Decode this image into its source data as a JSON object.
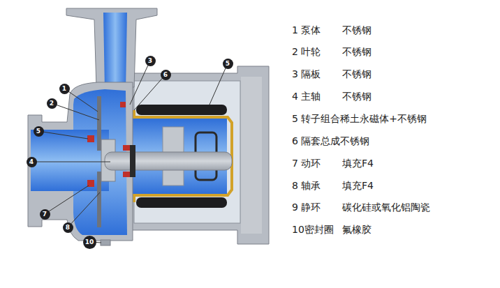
{
  "diagram": {
    "nodes": [
      {
        "text": [
          "1"
        ]
      },
      {
        "text": [
          "2"
        ]
      },
      {
        "text": [
          "3"
        ]
      },
      {
        "text": [
          "4"
        ]
      },
      {
        "text": [
          "5"
        ]
      },
      {
        "text": [
          "5"
        ]
      },
      {
        "text": [
          "6"
        ]
      },
      {
        "text": [
          "7"
        ]
      },
      {
        "text": [
          "8"
        ]
      },
      {
        "text": [
          "10"
        ]
      }
    ],
    "labels": [
      "1 泵体",
      "不锈钢",
      "2 叶轮",
      "不锈钢",
      "3 隔板",
      "不锈钢",
      "4 主轴",
      "不锈钢",
      "5 转子组合稀土永磁体+不锈钢",
      "6 隔套总成不锈钢",
      "7 动环",
      "填充F4",
      "8 轴承",
      "填充F4",
      "9 静环",
      "碳化硅或氧化铝陶瓷",
      "10密封圈",
      "氟橡胶"
    ]
  }
}
